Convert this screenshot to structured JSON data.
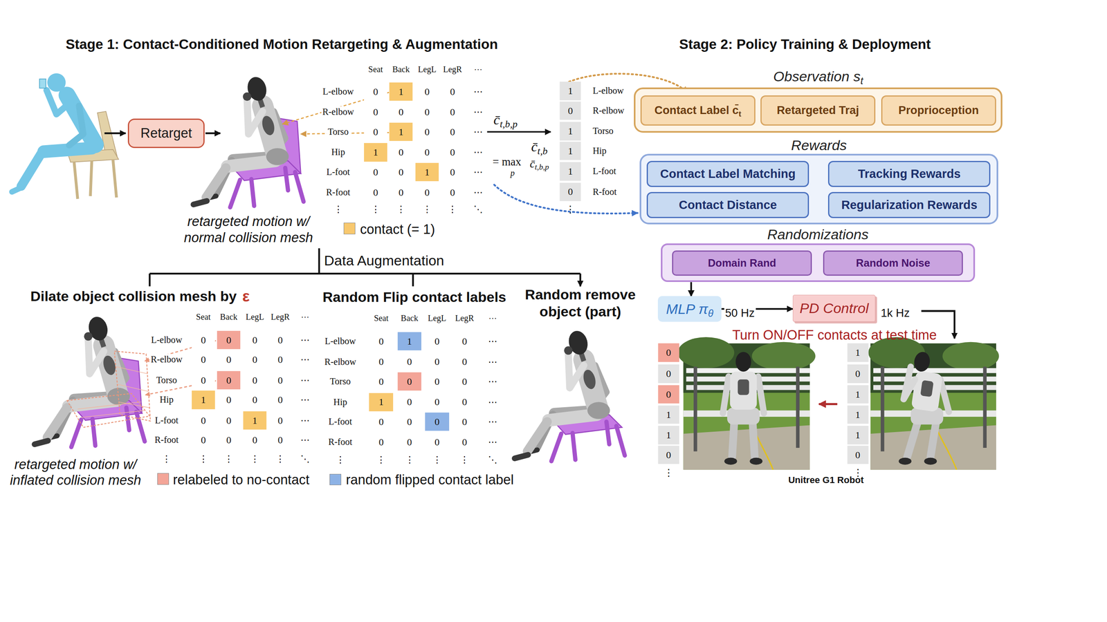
{
  "diagram": {
    "nodes": [
      {
        "text": [
          "Retarget"
        ]
      },
      {
        "text": [
          "Observation st"
        ]
      },
      {
        "text": [
          "Contact Label c̄t"
        ],
        "in": 1
      },
      {
        "text": [
          "Retargeted Traj"
        ],
        "in": 1
      },
      {
        "text": [
          "Proprioception"
        ],
        "in": 1
      },
      {
        "text": [
          "Rewards"
        ]
      },
      {
        "text": [
          "Contact Label Matching"
        ],
        "in": 5
      },
      {
        "text": [
          "Tracking Rewards"
        ],
        "in": 5
      },
      {
        "text": [
          "Contact Distance"
        ],
        "in": 5
      },
      {
        "text": [
          "Regularization Rewards"
        ],
        "in": 5
      },
      {
        "text": [
          "Randomizations"
        ]
      },
      {
        "text": [
          "Domain Rand"
        ],
        "in": 10
      },
      {
        "text": [
          "Random Noise"
        ],
        "in": 10
      },
      {
        "text": [
          "MLP πθ"
        ]
      },
      {
        "text": [
          "PD Control"
        ]
      }
    ],
    "edges": [
      {
        "from": 10,
        "to": 13,
        "arrow": "to"
      },
      {
        "from": 13,
        "to": 14,
        "arrow": "to"
      }
    ],
    "labels": [
      "Stage 1: Contact-Conditioned Motion Retargeting & Augmentation",
      "Stage 2: Policy Training & Deployment",
      "retargeted motion w/ normal collision mesh",
      "Seat",
      "Back",
      "LegL",
      "LegR",
      "⋯",
      "L-elbow",
      "0",
      "1",
      "0",
      "0",
      "⋯",
      "R-elbow",
      "0",
      "0",
      "0",
      "0",
      "⋯",
      "Torso",
      "0",
      "1",
      "0",
      "0",
      "⋯",
      "Hip",
      "1",
      "0",
      "0",
      "0",
      "⋯",
      "L-foot",
      "0",
      "0",
      "1",
      "0",
      "⋯",
      "R-foot",
      "0",
      "0",
      "0",
      "0",
      "⋯",
      "⋮",
      "⋮",
      "⋮",
      "⋮",
      "⋮",
      "⋱",
      "c̄t,b,p",
      "c̄t,b",
      "= max",
      "p",
      "c̄t,b,p",
      "1",
      "L-elbow",
      "0",
      "R-elbow",
      "1",
      "Torso",
      "1",
      "Hip",
      "1",
      "L-foot",
      "0",
      "R-foot",
      "⋮",
      "Data Augmentation",
      "Dilate object collision mesh by",
      "ε",
      "Seat",
      "Back",
      "LegL",
      "LegR",
      "⋯",
      "L-elbow",
      "0",
      "0",
      "0",
      "0",
      "⋯",
      "R-elbow",
      "0",
      "0",
      "0",
      "0",
      "⋯",
      "Torso",
      "0",
      "0",
      "0",
      "0",
      "⋯",
      "Hip",
      "1",
      "0",
      "0",
      "0",
      "⋯",
      "L-foot",
      "0",
      "0",
      "1",
      "0",
      "⋯",
      "R-foot",
      "0",
      "0",
      "0",
      "0",
      "⋯",
      "⋮",
      "⋮",
      "⋮",
      "⋮",
      "⋮",
      "⋱",
      "retargeted motion w/ inflated collision mesh",
      "Random Flip contact labels",
      "Seat",
      "Back",
      "LegL",
      "LegR",
      "⋯",
      "L-elbow",
      "0",
      "1",
      "0",
      "0",
      "⋯",
      "R-elbow",
      "0",
      "0",
      "0",
      "0",
      "⋯",
      "Torso",
      "0",
      "0",
      "0",
      "0",
      "⋯",
      "Hip",
      "1",
      "0",
      "0",
      "0",
      "⋯",
      "L-foot",
      "0",
      "0",
      "0",
      "0",
      "⋯",
      "R-foot",
      "0",
      "0",
      "0",
      "0",
      "⋯",
      "⋮",
      "⋮",
      "⋮",
      "⋮",
      "⋮",
      "⋱",
      "Random remove object (part)",
      "50 Hz",
      "1k Hz",
      "Turn ON/OFF contacts at test time",
      "0",
      "0",
      "0",
      "1",
      "1",
      "0",
      "⋮",
      "1",
      "0",
      "1",
      "1",
      "1",
      "0",
      "⋮",
      "Unitree G1 Robot"
    ],
    "legend": [
      {
        "text": "contact (= 1)",
        "color": "#f8c86e"
      },
      {
        "text": "relabeled to no-contact",
        "color": "#f3a598"
      },
      {
        "text": "random flipped contact label",
        "color": "#8db2e5"
      }
    ]
  }
}
